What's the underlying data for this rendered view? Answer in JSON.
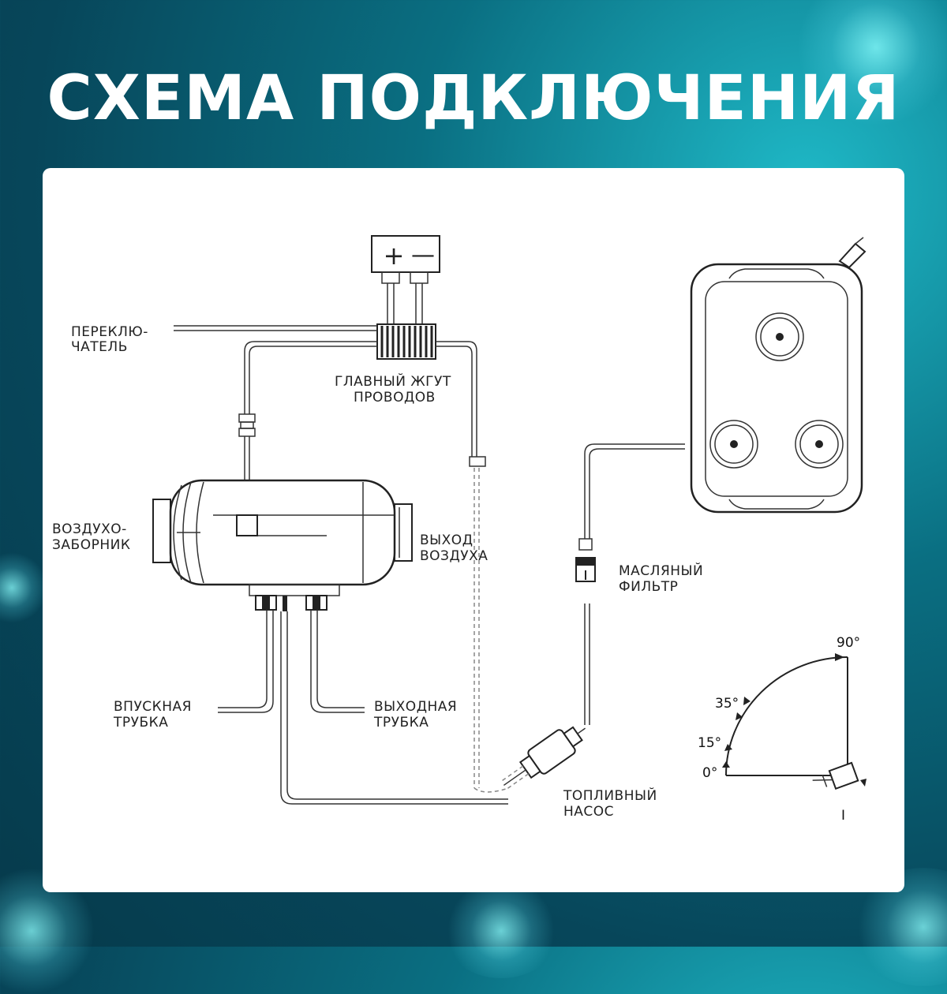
{
  "title": "СХЕМА ПОДКЛЮЧЕНИЯ",
  "battery": {
    "plus": "+",
    "minus": "—"
  },
  "labels": {
    "switch_1": "ПЕРЕКЛЮ-",
    "switch_2": "ЧАТЕЛЬ",
    "harness_1": "ГЛАВНЫЙ ЖГУТ",
    "harness_2": "ПРОВОДОВ",
    "intake_1": "ВОЗДУХО-",
    "intake_2": "ЗАБОРНИК",
    "outlet_1": "ВЫХОД",
    "outlet_2": "ВОЗДУХА",
    "inlet_pipe_1": "ВПУСКНАЯ",
    "inlet_pipe_2": "ТРУБКА",
    "exhaust_pipe_1": "ВЫХОДНАЯ",
    "exhaust_pipe_2": "ТРУБКА",
    "filter_1": "МАСЛЯНЫЙ",
    "filter_2": "ФИЛЬТР",
    "pump_1": "ТОПЛИВНЫЙ",
    "pump_2": "НАСОС"
  },
  "angles": {
    "a90": "90°",
    "a35": "35°",
    "a15": "15°",
    "a0": "0°",
    "mark": "I"
  },
  "colors": {
    "background": "#0a6f82",
    "title": "#ffffff",
    "card": "#ffffff",
    "line": "#222222"
  }
}
